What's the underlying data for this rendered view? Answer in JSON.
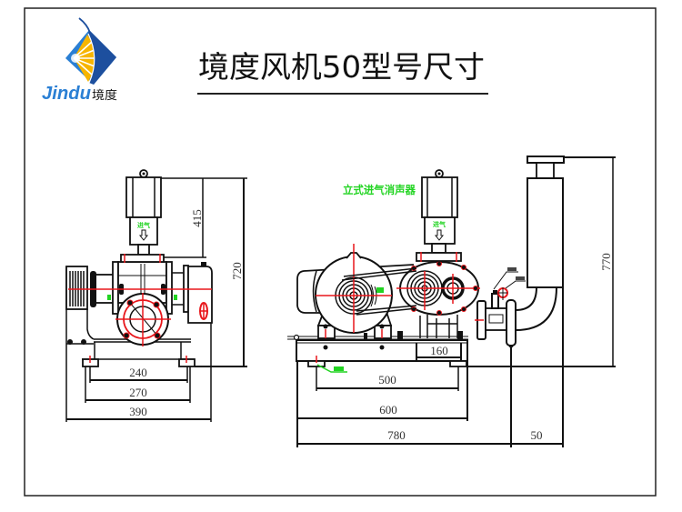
{
  "logo": {
    "brand_latin": "Jindu",
    "brand_cn": "境度"
  },
  "title": "境度风机50型号尺寸",
  "front_view": {
    "inlet_label": "进气",
    "dimensions": {
      "silencer_height": "415",
      "overall_height": "720",
      "foot_hole_spacing": "240",
      "base_width": "270",
      "overall_width": "390"
    }
  },
  "side_view": {
    "silencer_callout": "立式进气消声器",
    "inlet_label": "进气",
    "dimensions": {
      "outlet_offset": "160",
      "foot_hole_spacing": "500",
      "base_length": "600",
      "overall_length": "780",
      "silencer_offset": "50",
      "outlet_silencer_height": "770"
    }
  },
  "colors": {
    "line": "#111111",
    "centerline": "#e8161b",
    "annotation": "#22d422",
    "border": "#222222",
    "logo_blue": "#2a7fd4",
    "logo_dark_blue": "#1d4f9e",
    "logo_yellow": "#f7b500",
    "dimension_text": "#333333"
  }
}
